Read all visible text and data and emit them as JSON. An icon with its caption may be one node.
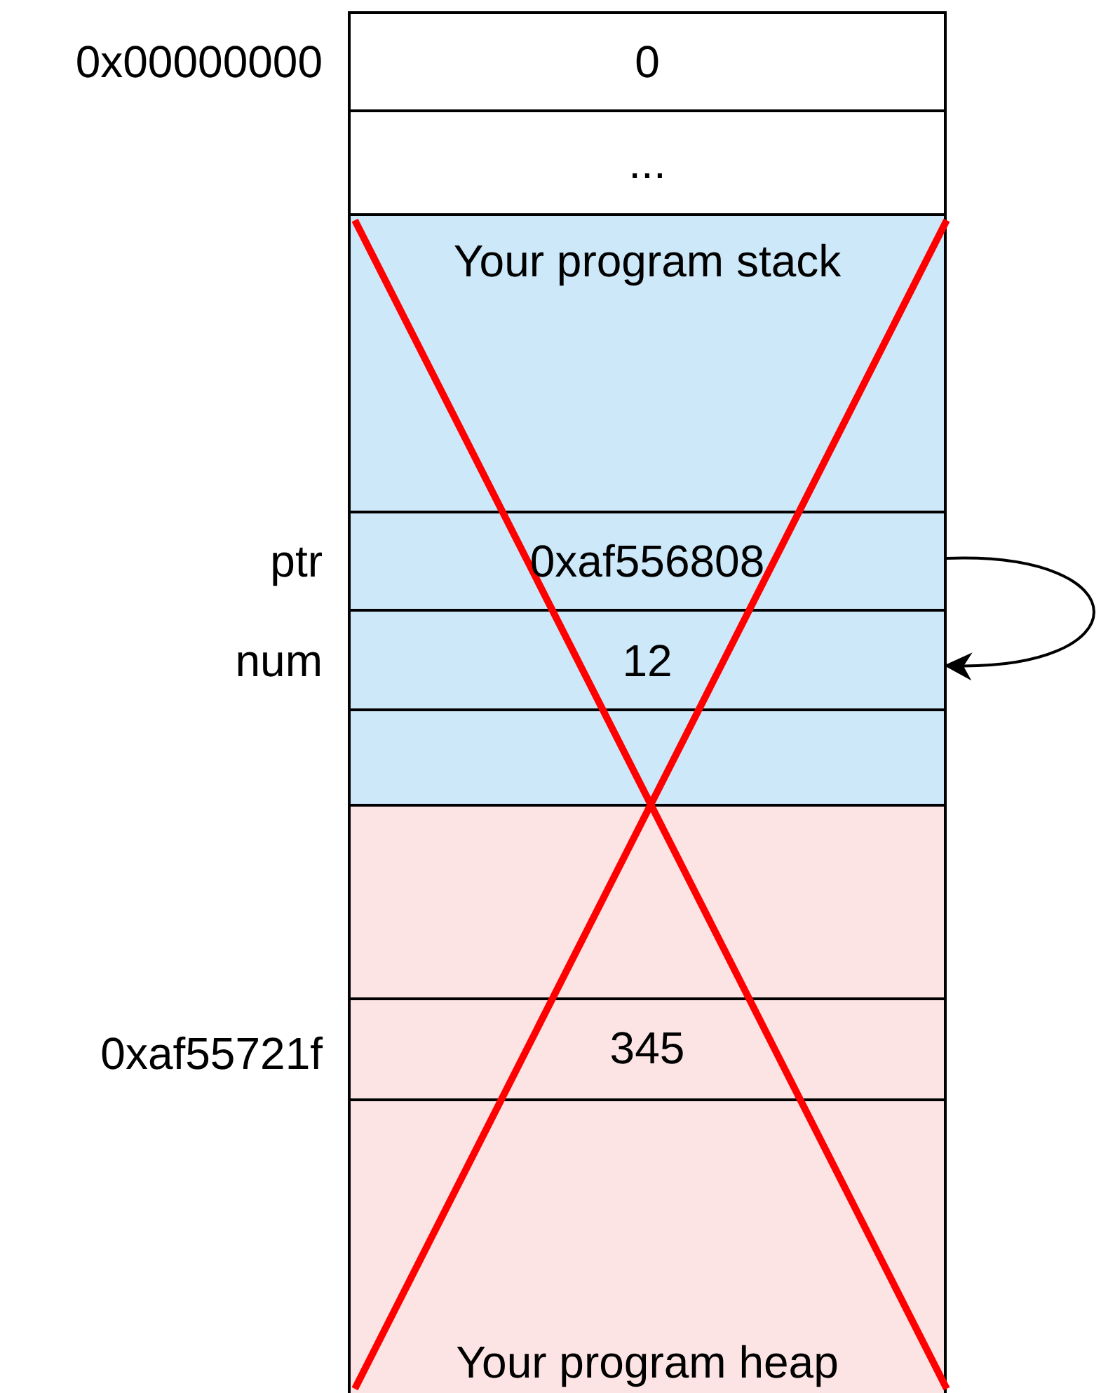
{
  "diagram": {
    "nodes": [
      {
        "text": [
          "0"
        ],
        "beside": [
          "0x00000000"
        ]
      },
      {
        "text": [
          "..."
        ]
      },
      {
        "text": [
          "Your program stack"
        ]
      },
      {
        "text": [
          "0xaf556808"
        ],
        "beside": [
          "ptr"
        ],
        "in": 2
      },
      {
        "text": [
          "12"
        ],
        "beside": [
          "num"
        ],
        "in": 2
      },
      {
        "text": [],
        "shape": "box",
        "in": 2
      },
      {
        "text": [
          "Your program heap"
        ]
      },
      {
        "text": [],
        "shape": "box",
        "in": 6
      },
      {
        "text": [
          "345"
        ],
        "beside": [
          "0xaf55721f"
        ],
        "in": 6
      }
    ],
    "edges": [
      {
        "from": 3,
        "to": 4,
        "arrow": "to"
      }
    ]
  }
}
